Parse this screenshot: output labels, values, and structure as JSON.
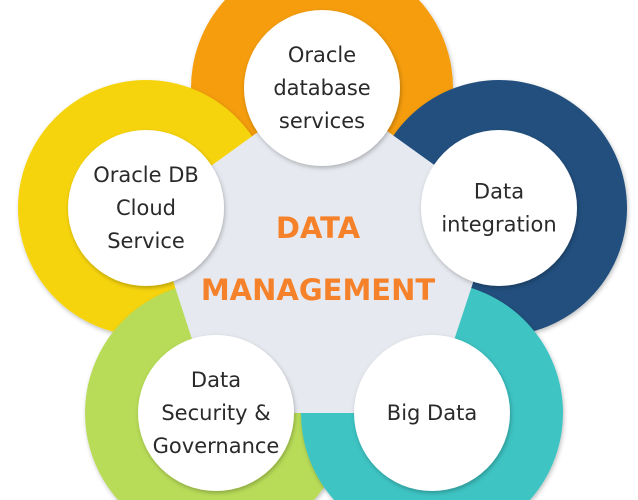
{
  "center": {
    "line1": "DATA",
    "line2": "MANAGEMENT",
    "color": "#f5822a"
  },
  "nodes": [
    {
      "id": "oracle-database-services",
      "lines": [
        "Oracle",
        "database",
        "services"
      ],
      "color": "#f59d0e"
    },
    {
      "id": "data-integration",
      "lines": [
        "Data",
        "integration"
      ],
      "color": "#24507e"
    },
    {
      "id": "big-data",
      "lines": [
        "Big Data"
      ],
      "color": "#3ec4c3"
    },
    {
      "id": "data-security-governance",
      "lines": [
        "Data",
        "Security &",
        "Governance"
      ],
      "color": "#b8dc58"
    },
    {
      "id": "oracle-db-cloud-service",
      "lines": [
        "Oracle DB",
        "Cloud",
        "Service"
      ],
      "color": "#f6d40a"
    }
  ],
  "pentagon_color": "#e6e9ef"
}
